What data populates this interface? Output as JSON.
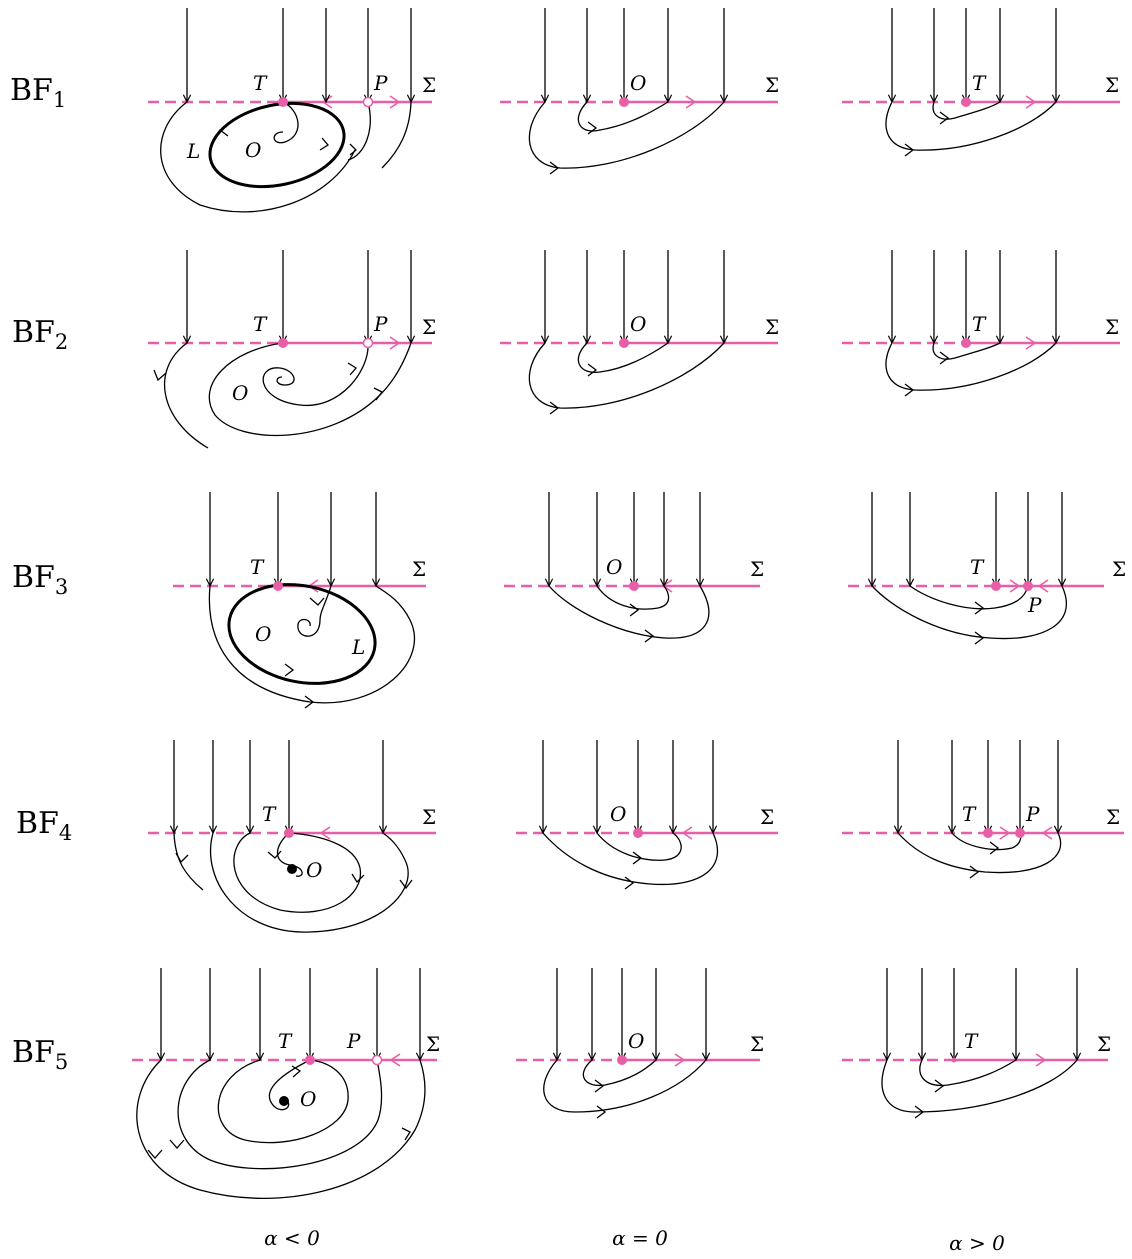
{
  "colors": {
    "sliding_set": "#e85fa8",
    "trajectories": "#000000"
  },
  "rows": [
    {
      "label": "BF",
      "subscript": "1"
    },
    {
      "label": "BF",
      "subscript": "2"
    },
    {
      "label": "BF",
      "subscript": "3"
    },
    {
      "label": "BF",
      "subscript": "4"
    },
    {
      "label": "BF",
      "subscript": "5"
    }
  ],
  "columns": [
    "α < 0",
    "α = 0",
    "α > 0"
  ],
  "points": {
    "T": "T",
    "P": "P",
    "O": "O",
    "L": "L",
    "sigma": "Σ"
  }
}
